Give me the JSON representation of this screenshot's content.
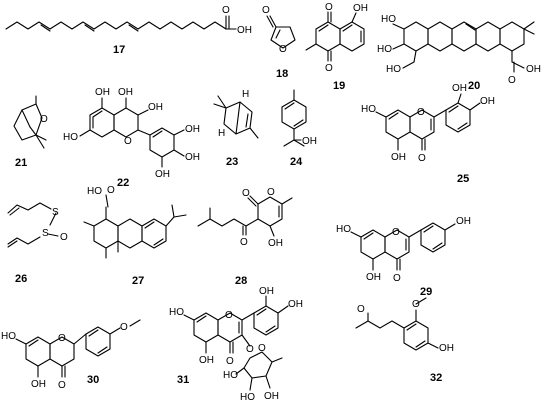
{
  "compounds": [
    {
      "number": "17"
    },
    {
      "number": "18"
    },
    {
      "number": "19"
    },
    {
      "number": "20"
    },
    {
      "number": "21"
    },
    {
      "number": "22"
    },
    {
      "number": "23"
    },
    {
      "number": "24"
    },
    {
      "number": "25"
    },
    {
      "number": "26"
    },
    {
      "number": "27"
    },
    {
      "number": "28"
    },
    {
      "number": "29"
    },
    {
      "number": "30"
    },
    {
      "number": "31"
    },
    {
      "number": "32"
    }
  ],
  "atoms": {
    "OH": "OH",
    "HO": "HO",
    "O": "O",
    "S": "S",
    "H": "H"
  }
}
